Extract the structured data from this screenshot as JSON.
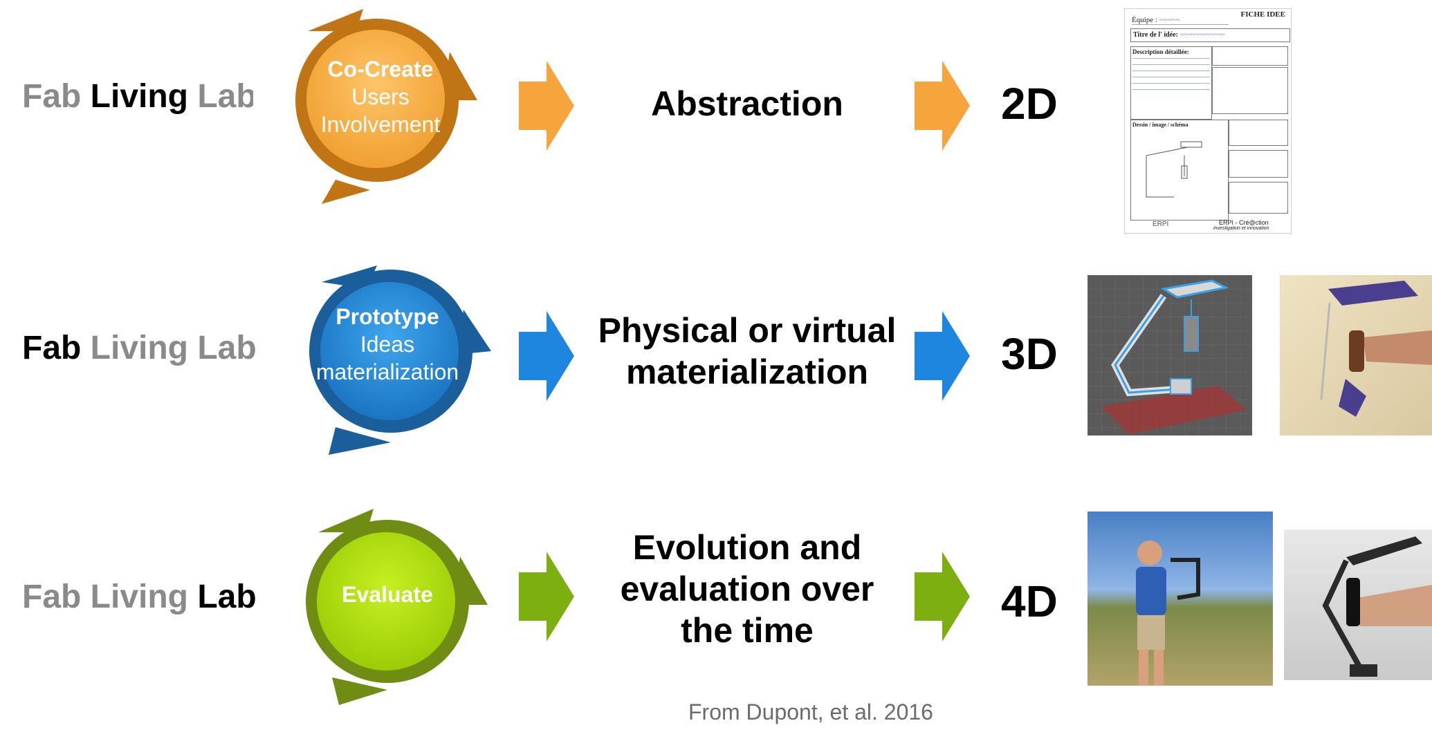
{
  "rows": [
    {
      "label_parts": [
        {
          "text": "Fab ",
          "tone": "gray"
        },
        {
          "text": "Living ",
          "tone": "black"
        },
        {
          "text": "Lab",
          "tone": "gray"
        }
      ],
      "cycle_title": "Co-Create",
      "cycle_lines": [
        "Users",
        "Involvement"
      ],
      "cycle_color": "#f4a640",
      "cycle_dark": "#c9780f",
      "arrow_color": "#f6a43c",
      "description_lines": [
        "Abstraction"
      ],
      "dimension": "2D"
    },
    {
      "label_parts": [
        {
          "text": "Fab ",
          "tone": "black"
        },
        {
          "text": "Living ",
          "tone": "gray"
        },
        {
          "text": "Lab",
          "tone": "gray"
        }
      ],
      "cycle_title": "Prototype",
      "cycle_lines": [
        "Ideas",
        "materialization"
      ],
      "cycle_color": "#2a8fe0",
      "cycle_dark": "#17609e",
      "arrow_color": "#1f86e0",
      "description_lines": [
        "Physical or virtual",
        "materialization"
      ],
      "dimension": "3D"
    },
    {
      "label_parts": [
        {
          "text": "Fab ",
          "tone": "gray"
        },
        {
          "text": "Living ",
          "tone": "gray"
        },
        {
          "text": "Lab",
          "tone": "black"
        }
      ],
      "cycle_title": "Evaluate",
      "cycle_lines": [],
      "cycle_color": "#a6d80c",
      "cycle_dark": "#6f8d12",
      "arrow_color": "#7eaf10",
      "description_lines": [
        "Evolution and",
        "evaluation over",
        "the time"
      ],
      "dimension": "4D"
    }
  ],
  "form": {
    "header": "FICHE IDEE",
    "team_label": "Équipe :",
    "title_label": "Titre de l' idée:",
    "description_label": "Description détaillée:",
    "drawing_label": "Dessin / image / schéma",
    "footer_org": "ERPI - Cré@ction",
    "footer_sub": "investigation et innovation",
    "logo_text": "ERPI"
  },
  "citation": "From Dupont, et al. 2016"
}
